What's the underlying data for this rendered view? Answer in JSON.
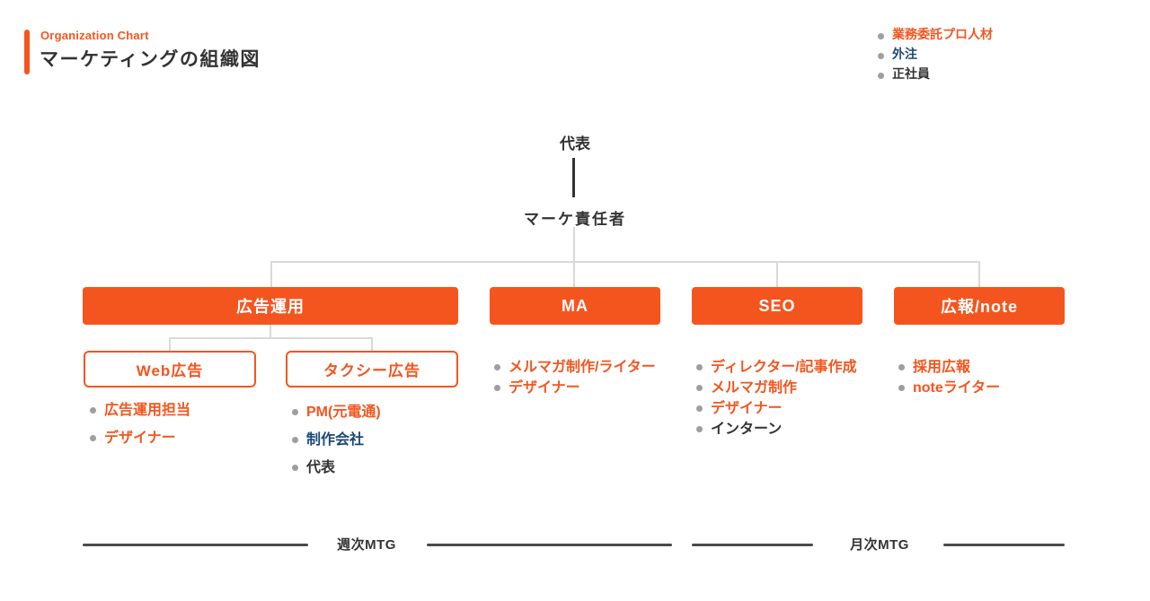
{
  "header": {
    "eyebrow": "Organization Chart",
    "title": "マーケティングの組織図"
  },
  "legend": {
    "items": [
      {
        "label": "業務委託プロ人材",
        "type": "contractor"
      },
      {
        "label": "外注",
        "type": "outsource"
      },
      {
        "label": "正社員",
        "type": "employee"
      }
    ]
  },
  "colors": {
    "orange": "#F4551E",
    "blue": "#1A4878",
    "dark": "#333333",
    "bullet_gray": "#9E9E9E",
    "connector_gray": "#D9D9D9",
    "mtg_line_gray": "#4A4A4A"
  },
  "tree": {
    "root": "代表",
    "manager": "マーケ責任者",
    "departments": [
      {
        "label": "広告運用",
        "children": [
          {
            "label": "Web広告",
            "members": [
              {
                "label": "広告運用担当",
                "type": "contractor"
              },
              {
                "label": "デザイナー",
                "type": "contractor"
              }
            ]
          },
          {
            "label": "タクシー広告",
            "members": [
              {
                "label": "PM(元電通)",
                "type": "contractor"
              },
              {
                "label": "制作会社",
                "type": "outsource"
              },
              {
                "label": "代表",
                "type": "employee"
              }
            ]
          }
        ]
      },
      {
        "label": "MA",
        "members": [
          {
            "label": "メルマガ制作/ライター",
            "type": "contractor"
          },
          {
            "label": "デザイナー",
            "type": "contractor"
          }
        ]
      },
      {
        "label": "SEO",
        "members": [
          {
            "label": "ディレクター/記事作成",
            "type": "contractor"
          },
          {
            "label": "メルマガ制作",
            "type": "contractor"
          },
          {
            "label": "デザイナー",
            "type": "contractor"
          },
          {
            "label": "インターン",
            "type": "employee"
          }
        ]
      },
      {
        "label": "広報/note",
        "members": [
          {
            "label": "採用広報",
            "type": "contractor"
          },
          {
            "label": "noteライター",
            "type": "contractor"
          }
        ]
      }
    ]
  },
  "footer": {
    "weekly_label": "週次MTG",
    "monthly_label": "月次MTG"
  }
}
